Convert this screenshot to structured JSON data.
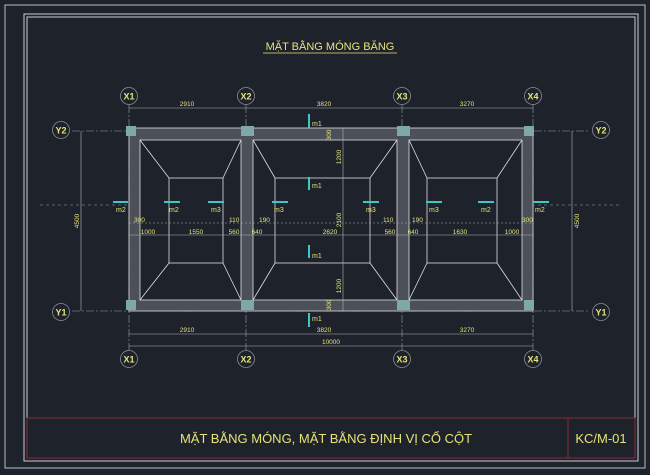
{
  "drawing": {
    "title": "MẶT BẰNG MÓNG BĂNG",
    "grid_x": [
      "X1",
      "X2",
      "X3",
      "X4"
    ],
    "grid_y": [
      "Y2",
      "Y1"
    ],
    "top_dims": [
      "2910",
      "3820",
      "3270"
    ],
    "bottom_dims": [
      "2910",
      "3820",
      "3270"
    ],
    "total_dim": "10000",
    "side_dim": "4500",
    "vertical_dims": [
      "300",
      "1200",
      "2100",
      "1200",
      "300"
    ],
    "interior_dims_row1": [
      "300",
      "110",
      "190",
      "110",
      "190",
      "300"
    ],
    "interior_dims_row2": [
      "1000",
      "1550",
      "560",
      "640",
      "2620",
      "560",
      "640",
      "1630",
      "1000"
    ],
    "section_marks_vertical": [
      "m1",
      "m1",
      "m1",
      "m1"
    ],
    "section_marks_horizontal": [
      "m2",
      "m2",
      "m3",
      "m3",
      "m3",
      "m3",
      "m2",
      "m2"
    ]
  },
  "title_block": {
    "sheet_name": "MẶT BẰNG MÓNG, MẶT BẰNG ĐỊNH VỊ CỔ CỘT",
    "sheet_code": "KC/M-01"
  },
  "colors": {
    "background": "#1e222b",
    "text": "#e4e47a",
    "lines": "#d8d8d8",
    "section": "#3fc6c6",
    "title_block": "#8a2a38"
  }
}
